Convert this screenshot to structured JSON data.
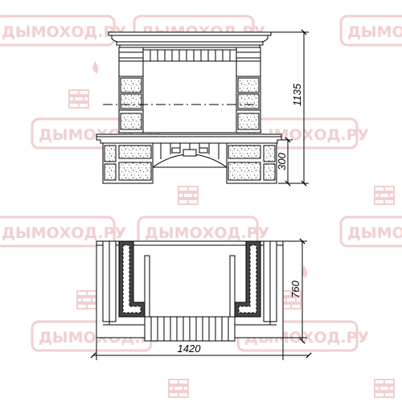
{
  "watermark": {
    "brand": "ДЫМОХОД.РУ",
    "color": "#f2cfcf",
    "icon": "brick-chimney-flame-icon"
  },
  "drawing": {
    "line_color": "#000000",
    "stone_fill": "speckled-granite",
    "dimensions": {
      "total_height": "1135",
      "base_height": "300",
      "depth": "760",
      "width": "1420"
    }
  }
}
